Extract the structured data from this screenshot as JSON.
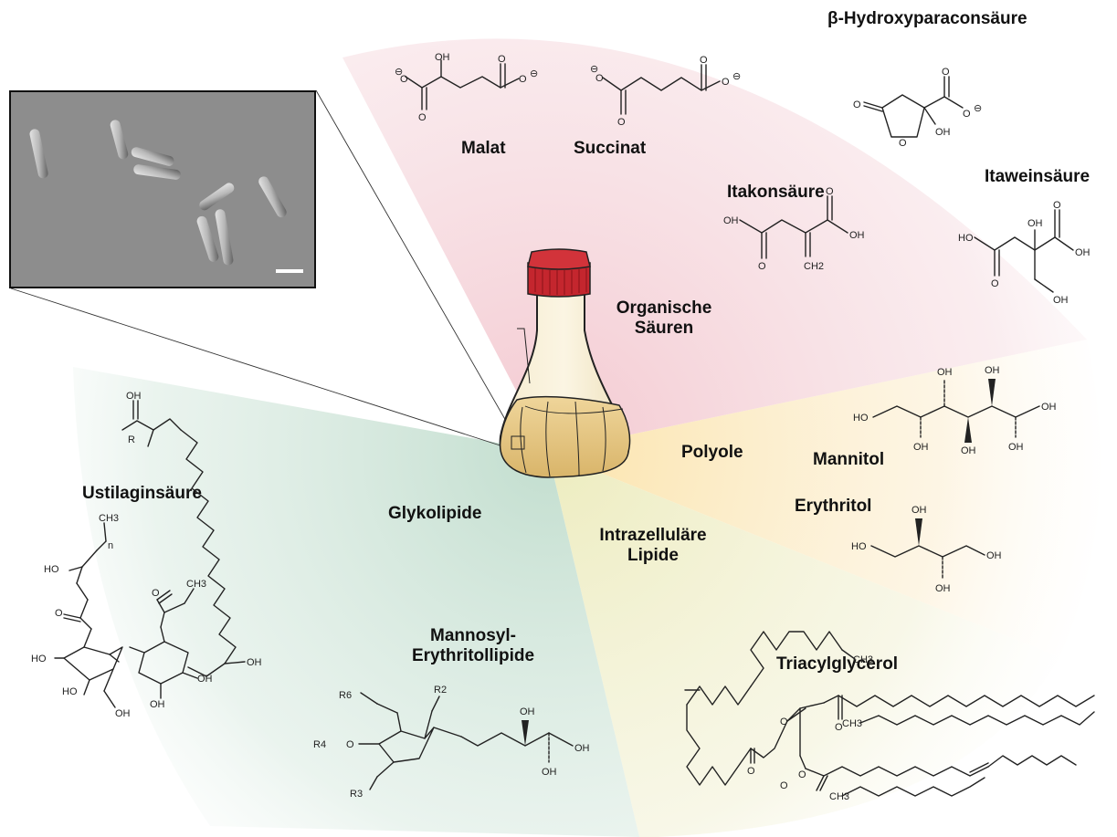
{
  "colors": {
    "organic_acids_sector": "#f7e3e6",
    "polyols_sector": "#fbefd2",
    "glycolipids_sector": "#e1efe8",
    "intracellular_lipids_sector": "#f4f1d8",
    "flask_cap": "#c4262e",
    "flask_liquid": "#e8c98a",
    "microscope_bg": "#8a8a8a"
  },
  "categories": {
    "organic_acids": "Organische\nSäuren",
    "polyols": "Polyole",
    "glycolipids": "Glykolipide",
    "intracellular_lipids": "Intrazelluläre\nLipide"
  },
  "compounds": {
    "malat": "Malat",
    "succinat": "Succinat",
    "hydroxyparacon": "β-Hydroxyparaconsäure",
    "itakon": "Itakonsäure",
    "itawein": "Itaweinsäure",
    "mannitol": "Mannitol",
    "erythritol": "Erythritol",
    "ustilagin": "Ustilaginsäure",
    "mel": "Mannosyl-\nErythritollipide",
    "triacylglycerol": "Triacylglycerol"
  },
  "atoms": {
    "oh": "OH",
    "ho": "HO",
    "o": "O",
    "ch2": "CH2",
    "ch3": "CH3",
    "r": "R",
    "r2": "R2",
    "r3": "R3",
    "r4": "R4",
    "r6": "R6",
    "minus": "⊖",
    "n": "n"
  },
  "icons": [
    "erlenmeyer-flask-icon",
    "scale-bar-icon"
  ]
}
